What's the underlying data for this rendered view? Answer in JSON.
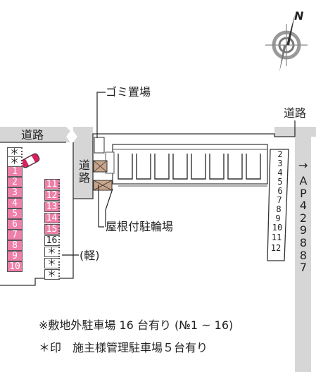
{
  "compass": {
    "north_label": "N",
    "icon": "compass-rose-icon"
  },
  "labels": {
    "road_left": "道路",
    "road_right": "道路",
    "road_vertical": "道路",
    "garbage": "ゴミ置場",
    "bike_parking": "屋根付駐輪場",
    "kei": "(軽)",
    "building_arrow": "→",
    "building_name": "AP429887"
  },
  "notes": [
    "※敷地外駐車場 16 台有り (№1 ~ 16)",
    "＊印　施主様管理駐車場５台有り"
  ],
  "parking": {
    "owner_top": [
      "＊",
      "＊"
    ],
    "left_column": [
      "1",
      "2",
      "3",
      "4",
      "5",
      "6",
      "7",
      "8",
      "9",
      "10"
    ],
    "middle_column": [
      "11",
      "12",
      "13",
      "14",
      "15",
      "16"
    ],
    "kei_column": [
      "＊",
      "＊",
      "＊"
    ],
    "right_column": [
      "2",
      "3",
      "4",
      "5",
      "6",
      "7",
      "8",
      "9",
      "10",
      "11",
      "12"
    ]
  },
  "colors": {
    "pink_stall": "#ee7fa8",
    "road": "#d6d6d6",
    "bike_parking": "#c9a48a"
  }
}
